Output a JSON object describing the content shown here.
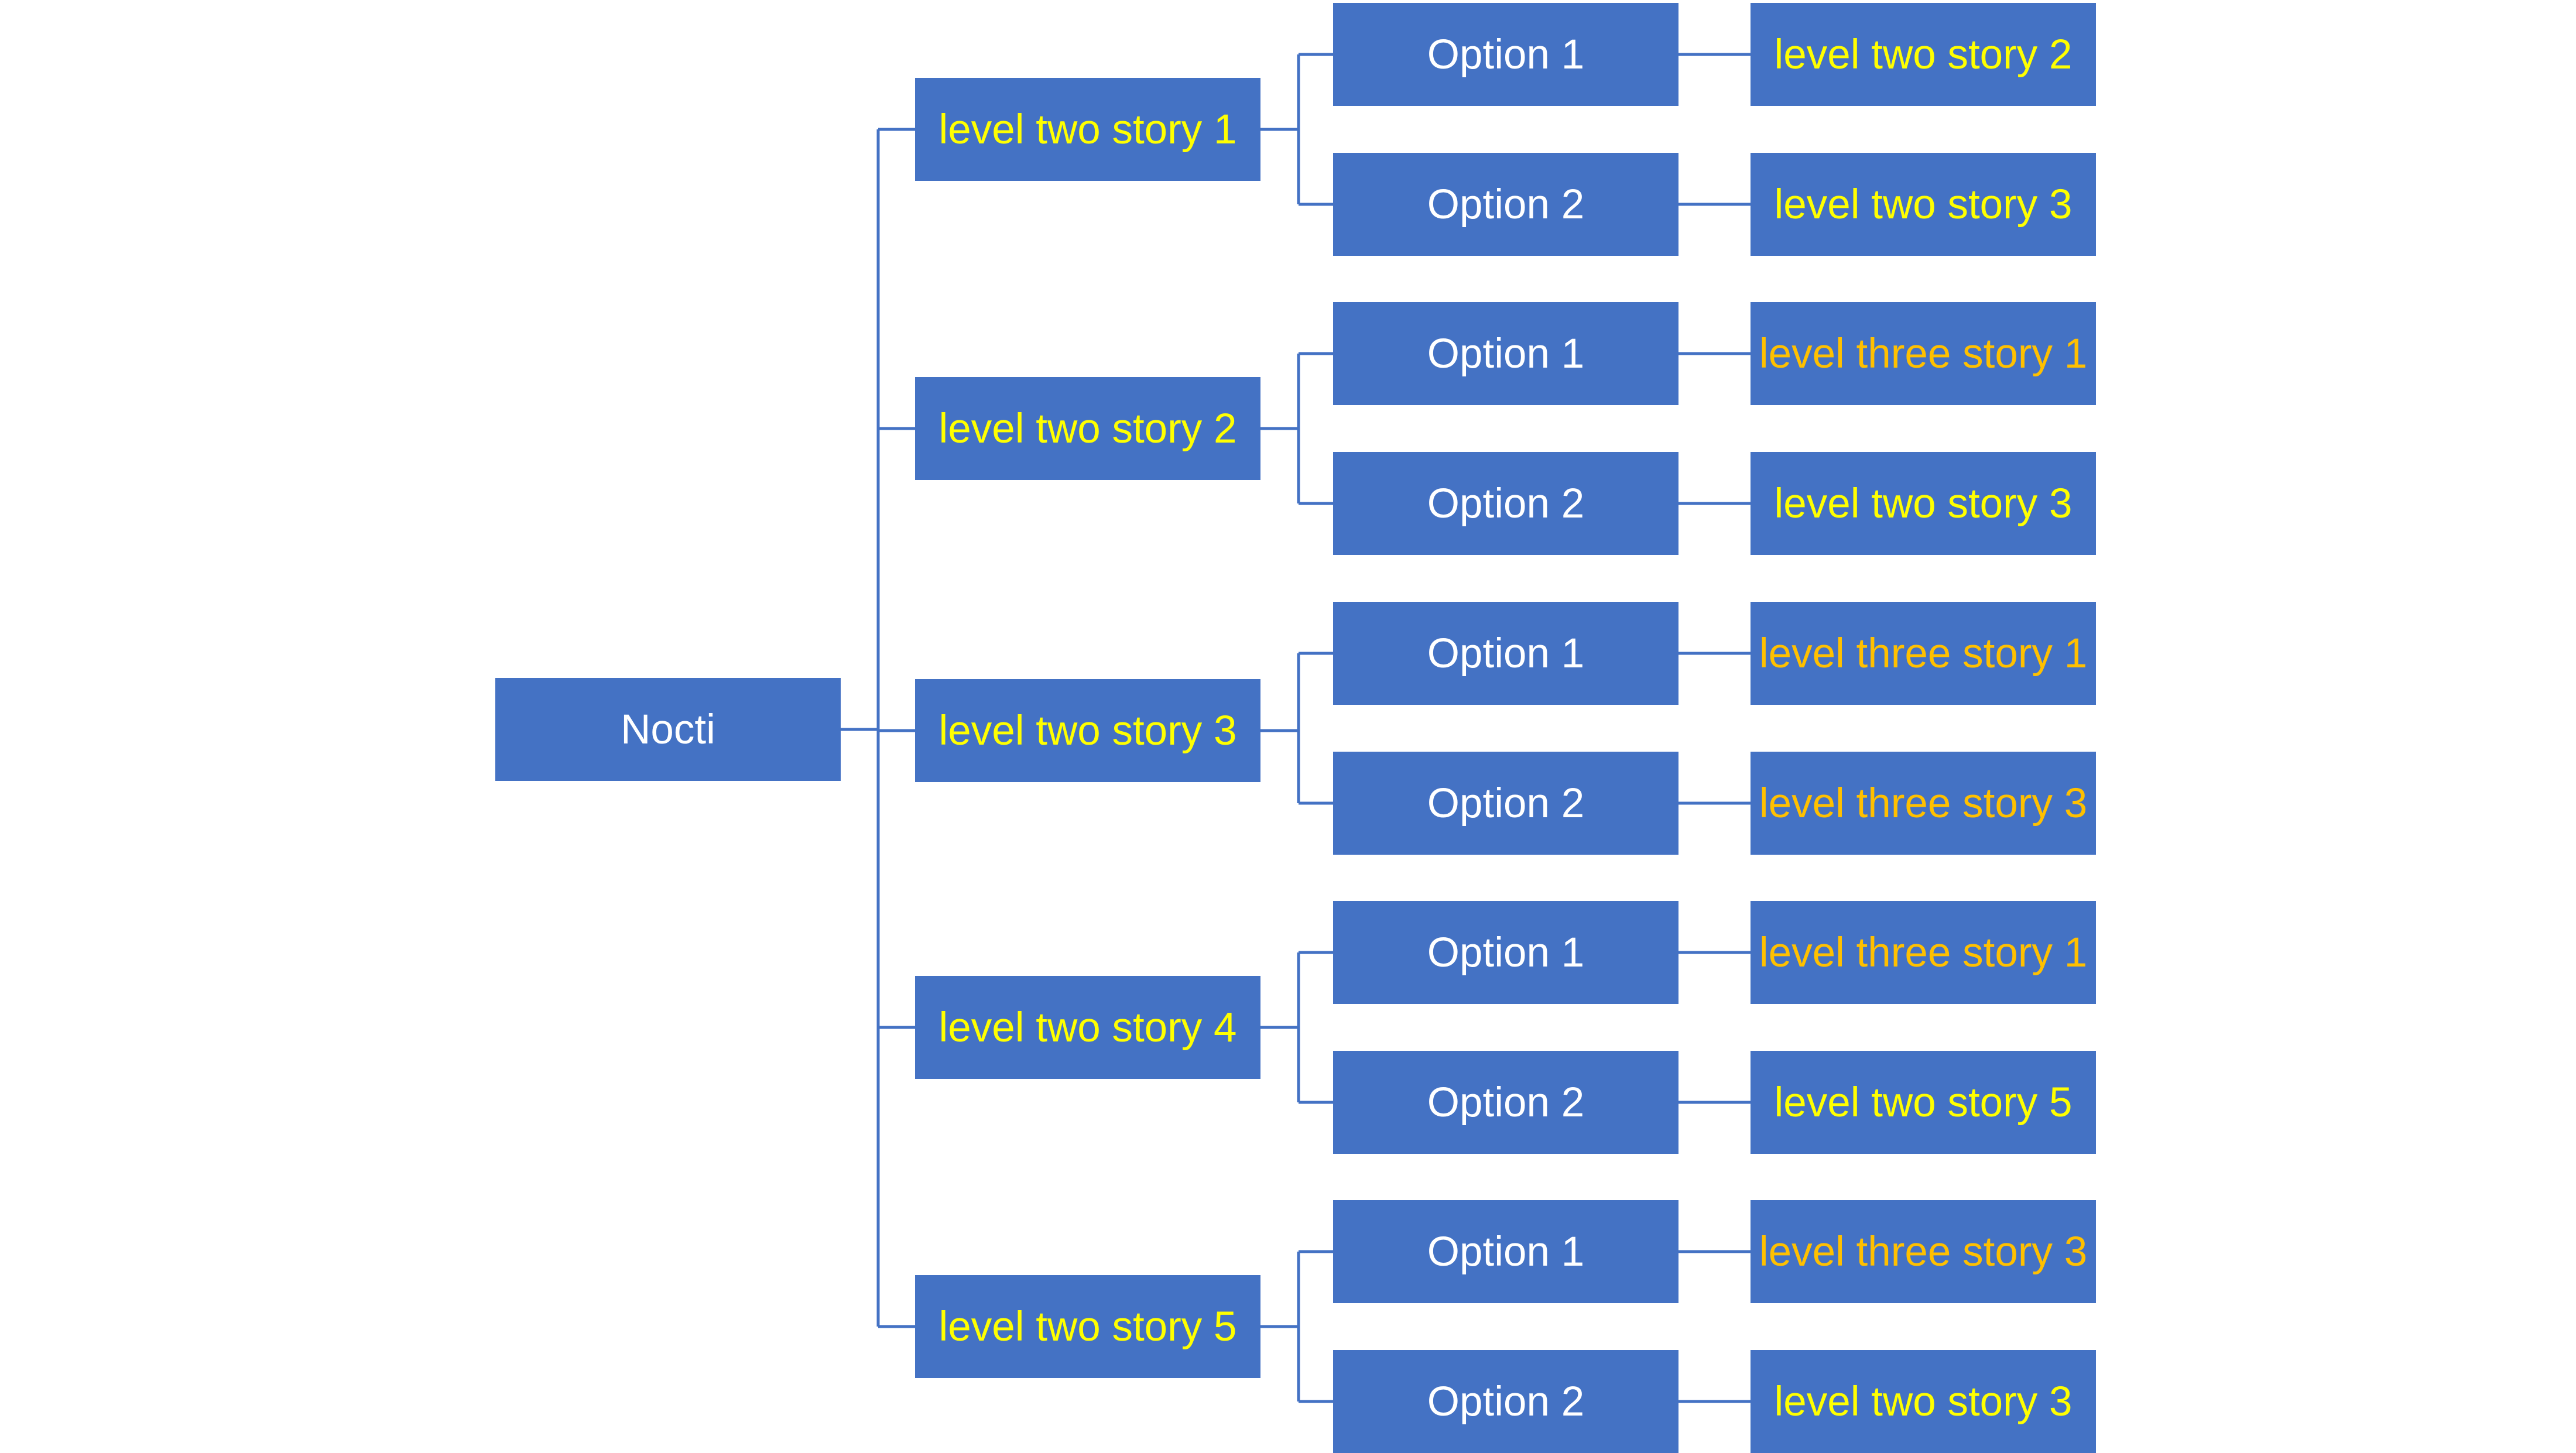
{
  "colors": {
    "box_fill": "#4472c4",
    "connector": "#4472c4",
    "root_text": "#ffffff",
    "level_two_text": "#ffff00",
    "option_text": "#ffffff",
    "level_three_text": "#ffc000",
    "background": "#ffffff"
  },
  "root": {
    "label": "Nocti"
  },
  "branches": [
    {
      "label": "level two story 1",
      "options": [
        {
          "label": "Option 1",
          "outcome": {
            "label": "level two story 2",
            "kind": "level-two"
          }
        },
        {
          "label": "Option 2",
          "outcome": {
            "label": "level two story 3",
            "kind": "level-two"
          }
        }
      ]
    },
    {
      "label": "level two story 2",
      "options": [
        {
          "label": "Option 1",
          "outcome": {
            "label": "level three story 1",
            "kind": "level-three"
          }
        },
        {
          "label": "Option 2",
          "outcome": {
            "label": "level two story 3",
            "kind": "level-two"
          }
        }
      ]
    },
    {
      "label": "level two story 3",
      "options": [
        {
          "label": "Option 1",
          "outcome": {
            "label": "level three story 1",
            "kind": "level-three"
          }
        },
        {
          "label": "Option 2",
          "outcome": {
            "label": "level three story 3",
            "kind": "level-three"
          }
        }
      ]
    },
    {
      "label": "level two story 4",
      "options": [
        {
          "label": "Option 1",
          "outcome": {
            "label": "level three story 1",
            "kind": "level-three"
          }
        },
        {
          "label": "Option 2",
          "outcome": {
            "label": "level two story 5",
            "kind": "level-two"
          }
        }
      ]
    },
    {
      "label": "level two story 5",
      "options": [
        {
          "label": "Option 1",
          "outcome": {
            "label": "level three story 3",
            "kind": "level-three"
          }
        },
        {
          "label": "Option 2",
          "outcome": {
            "label": "level two story 3",
            "kind": "level-two"
          }
        }
      ]
    }
  ]
}
